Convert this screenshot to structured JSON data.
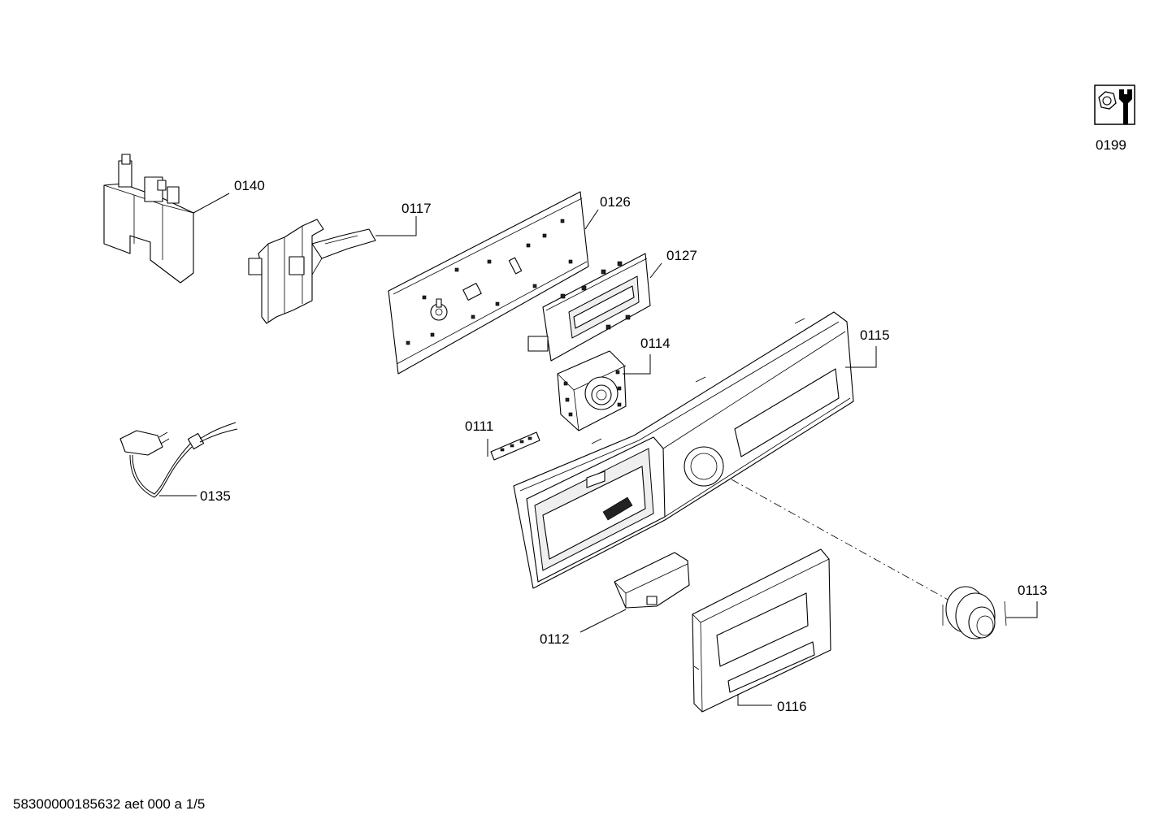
{
  "parts": [
    {
      "id": "0199",
      "label": "0199"
    },
    {
      "id": "0140",
      "label": "0140"
    },
    {
      "id": "0117",
      "label": "0117"
    },
    {
      "id": "0126",
      "label": "0126"
    },
    {
      "id": "0127",
      "label": "0127"
    },
    {
      "id": "0114",
      "label": "0114"
    },
    {
      "id": "0115",
      "label": "0115"
    },
    {
      "id": "0111",
      "label": "0111"
    },
    {
      "id": "0135",
      "label": "0135"
    },
    {
      "id": "0113",
      "label": "0113"
    },
    {
      "id": "0112",
      "label": "0112"
    },
    {
      "id": "0116",
      "label": "0116"
    }
  ],
  "footer": {
    "text": "58300000185632 aet 000 a 1/5"
  },
  "icons": {
    "service": "wrench-nut-icon"
  }
}
